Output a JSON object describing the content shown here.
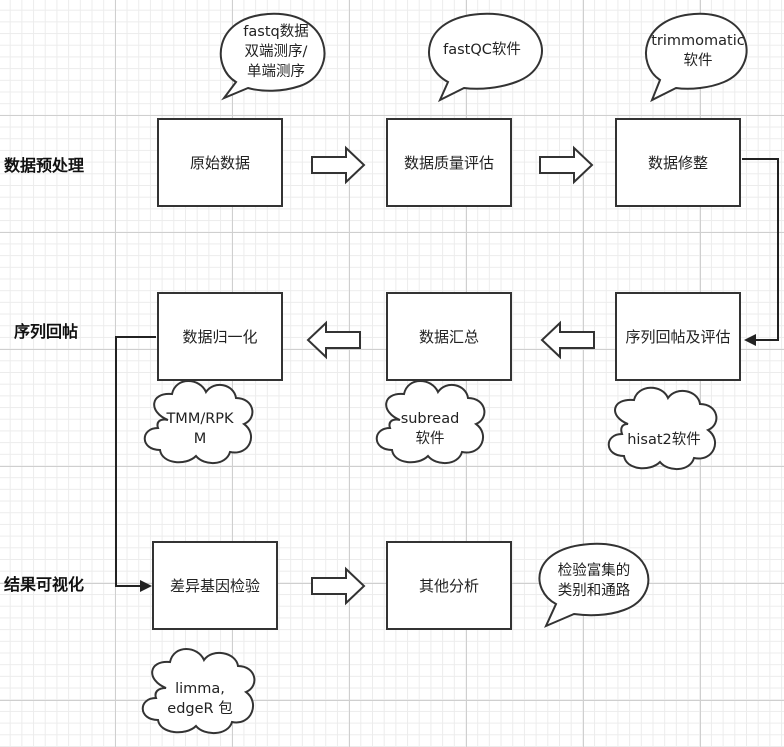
{
  "stages": {
    "preprocess": "数据预处理",
    "alignment": "序列回帖",
    "visualization": "结果可视化"
  },
  "boxes": {
    "raw_data": "原始数据",
    "quality_assessment": "数据质量评估",
    "trimming": "数据修整",
    "alignment_eval": "序列回帖及评估",
    "summary": "数据汇总",
    "normalization": "数据归一化",
    "diff_gene_test": "差异基因检验",
    "other_analysis": "其他分析"
  },
  "notes": {
    "fastq": "fastq数据\n双端测序/\n单端测序",
    "fastqc": "fastQC软件",
    "trimmomatic": "trimmomatic\n软件",
    "tmm": "TMM/RPK\nM",
    "subread": "subread\n软件",
    "hisat2": "hisat2软件",
    "enrichment": "检验富集的\n类别和通路",
    "limma": "limma,\nedgeR 包"
  }
}
